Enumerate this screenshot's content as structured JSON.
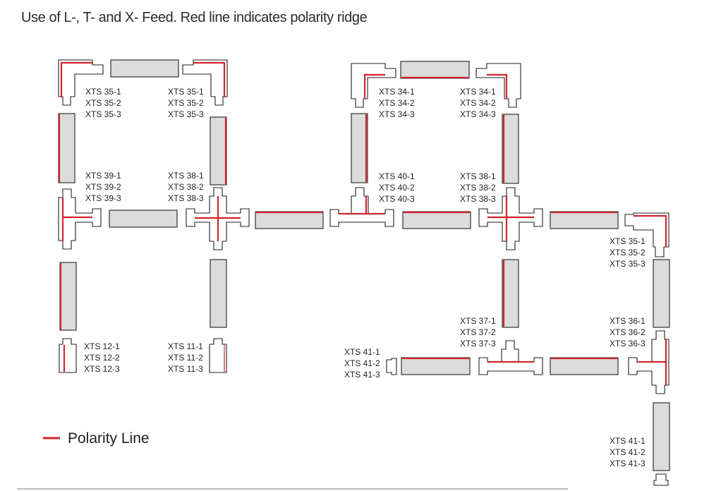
{
  "title": "Use of L-, T- and X- Feed. Red line indicates polarity ridge",
  "legend": {
    "label": "Polarity Line",
    "color": "#d3242c"
  },
  "label_groups": [
    [
      "XTS 35-1",
      "XTS 35-2",
      "XTS 35-3"
    ],
    [
      "XTS 35-1",
      "XTS 35-2",
      "XTS 35-3"
    ],
    [
      "XTS 39-1",
      "XTS 39-2",
      "XTS 39-3"
    ],
    [
      "XTS 38-1",
      "XTS 38-2",
      "XTS 38-3"
    ],
    [
      "XTS 12-1",
      "XTS 12-2",
      "XTS 12-3"
    ],
    [
      "XTS 11-1",
      "XTS 11-2",
      "XTS 11-3"
    ],
    [
      "XTS 34-1",
      "XTS 34-2",
      "XTS 34-3"
    ],
    [
      "XTS 34-1",
      "XTS 34-2",
      "XTS 34-3"
    ],
    [
      "XTS 40-1",
      "XTS 40-2",
      "XTS 40-3"
    ],
    [
      "XTS 38-1",
      "XTS 38-2",
      "XTS 38-3"
    ],
    [
      "XTS 37-1",
      "XTS 37-2",
      "XTS 37-3"
    ],
    [
      "XTS 41-1",
      "XTS 41-2",
      "XTS 41-3"
    ],
    [
      "XTS 35-1",
      "XTS 35-2",
      "XTS 35-3"
    ],
    [
      "XTS 36-1",
      "XTS 36-2",
      "XTS 36-3"
    ],
    [
      "XTS 41-1",
      "XTS 41-2",
      "XTS 41-3"
    ]
  ]
}
